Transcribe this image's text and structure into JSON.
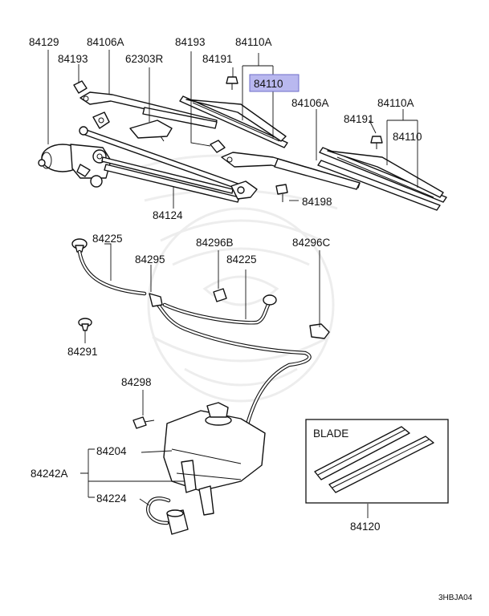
{
  "labels": {
    "p84129": "84129",
    "p84106a_left": "84106A",
    "p84193_top": "84193",
    "p84110a_top": "84110A",
    "p84193_left": "84193",
    "p62303r": "62303R",
    "p84191_top": "84191",
    "p84110_highlight": "84110",
    "p84106a_right": "84106A",
    "p84110a_right": "84110A",
    "p84191_right": "84191",
    "p84110_right": "84110",
    "p84198": "84198",
    "p84124": "84124",
    "p84225_left": "84225",
    "p84296b": "84296B",
    "p84296c": "84296C",
    "p84295": "84295",
    "p84225_mid": "84225",
    "p84291": "84291",
    "p84298": "84298",
    "p84204": "84204",
    "p84242a": "84242A",
    "p84224": "84224",
    "blade_box_title": "BLADE",
    "p84120": "84120",
    "diagram_code": "3HBJA04"
  },
  "colors": {
    "highlight_fill": "#b9b8ef",
    "highlight_stroke": "#6e6ec8",
    "line": "#111111",
    "watermark": "#ececec"
  }
}
